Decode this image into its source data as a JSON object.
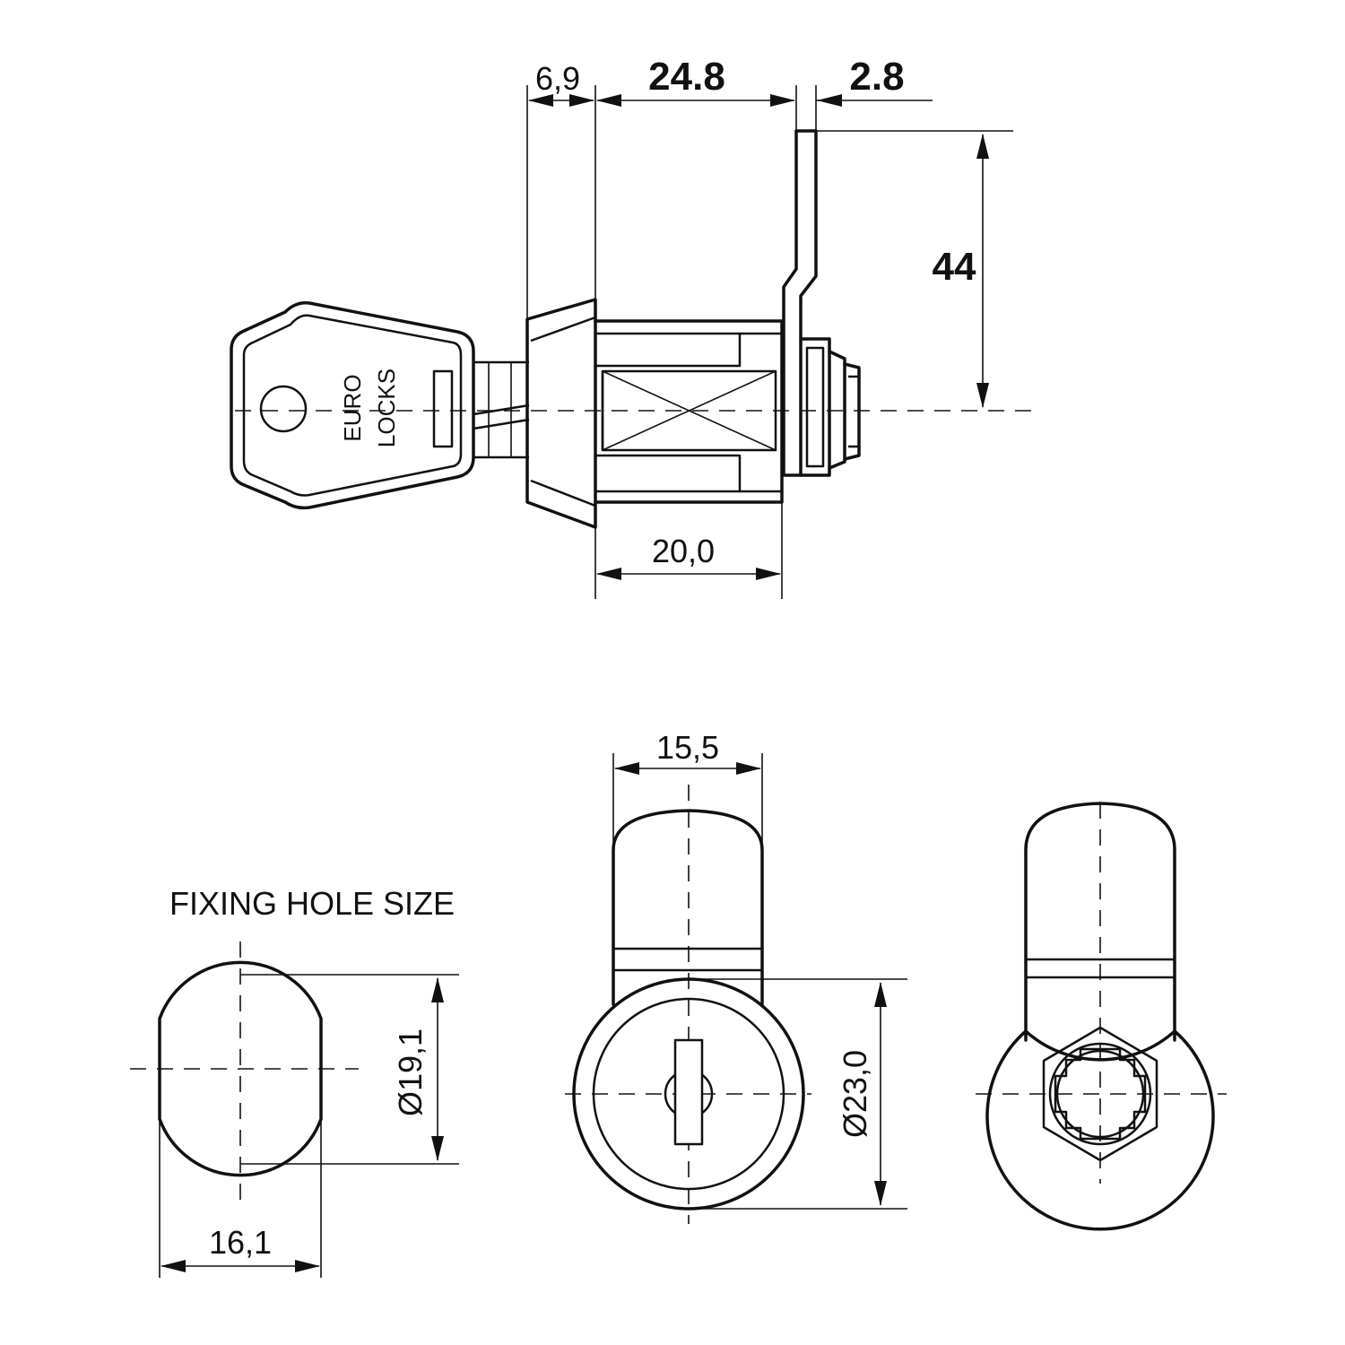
{
  "dimensions": {
    "d_6_9": "6,9",
    "d_24_8": "24.8",
    "d_2_8": "2.8",
    "d_44": "44",
    "d_20_0": "20,0",
    "d_15_5": "15,5",
    "d_19_1": "Ø19,1",
    "d_23_0": "Ø23,0",
    "d_16_1": "16,1"
  },
  "captions": {
    "fixing_hole": "FIXING HOLE SIZE"
  },
  "key_branding": {
    "line1": "EURO",
    "line2": "LOCKS"
  }
}
